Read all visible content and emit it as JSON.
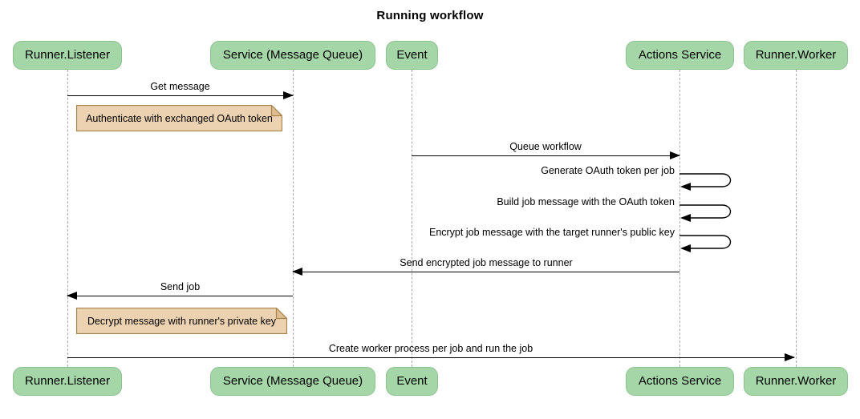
{
  "title": "Running workflow",
  "diagram_type": "sequence",
  "colors": {
    "actor_fill": "#A5D6A7",
    "actor_border": "#8CC28E",
    "note_fill": "#ECD2B0",
    "note_fold": "#DDBE92",
    "note_border": "#A8834B",
    "lifeline": "#A9A9A9",
    "arrow": "#000000",
    "text": "#000000"
  },
  "participants": [
    {
      "id": "runner-listener",
      "label": "Runner.Listener"
    },
    {
      "id": "service-message-queue",
      "label": "Service (Message Queue)"
    },
    {
      "id": "event",
      "label": "Event"
    },
    {
      "id": "actions-service",
      "label": "Actions Service"
    },
    {
      "id": "runner-worker",
      "label": "Runner.Worker"
    }
  ],
  "messages": [
    {
      "type": "arrow-right",
      "from": "Runner.Listener",
      "to": "Service (Message Queue)",
      "label": "Get message"
    },
    {
      "type": "note",
      "over": "Runner.Listener",
      "label": "Authenticate with exchanged OAuth token"
    },
    {
      "type": "arrow-right",
      "from": "Event",
      "to": "Actions Service",
      "label": "Queue workflow"
    },
    {
      "type": "self",
      "from": "Actions Service",
      "to": "Actions Service",
      "label": "Generate OAuth token per job"
    },
    {
      "type": "self",
      "from": "Actions Service",
      "to": "Actions Service",
      "label": "Build job message with the OAuth token"
    },
    {
      "type": "self",
      "from": "Actions Service",
      "to": "Actions Service",
      "label": "Encrypt job message with the target runner's public key"
    },
    {
      "type": "arrow-left",
      "from": "Actions Service",
      "to": "Service (Message Queue)",
      "label": "Send encrypted job message to runner"
    },
    {
      "type": "arrow-left",
      "from": "Service (Message Queue)",
      "to": "Runner.Listener",
      "label": "Send job"
    },
    {
      "type": "note",
      "over": "Runner.Listener",
      "label": "Decrypt message with runner's private key"
    },
    {
      "type": "arrow-right",
      "from": "Runner.Listener",
      "to": "Runner.Worker",
      "label": "Create worker process per job and run the job"
    }
  ]
}
